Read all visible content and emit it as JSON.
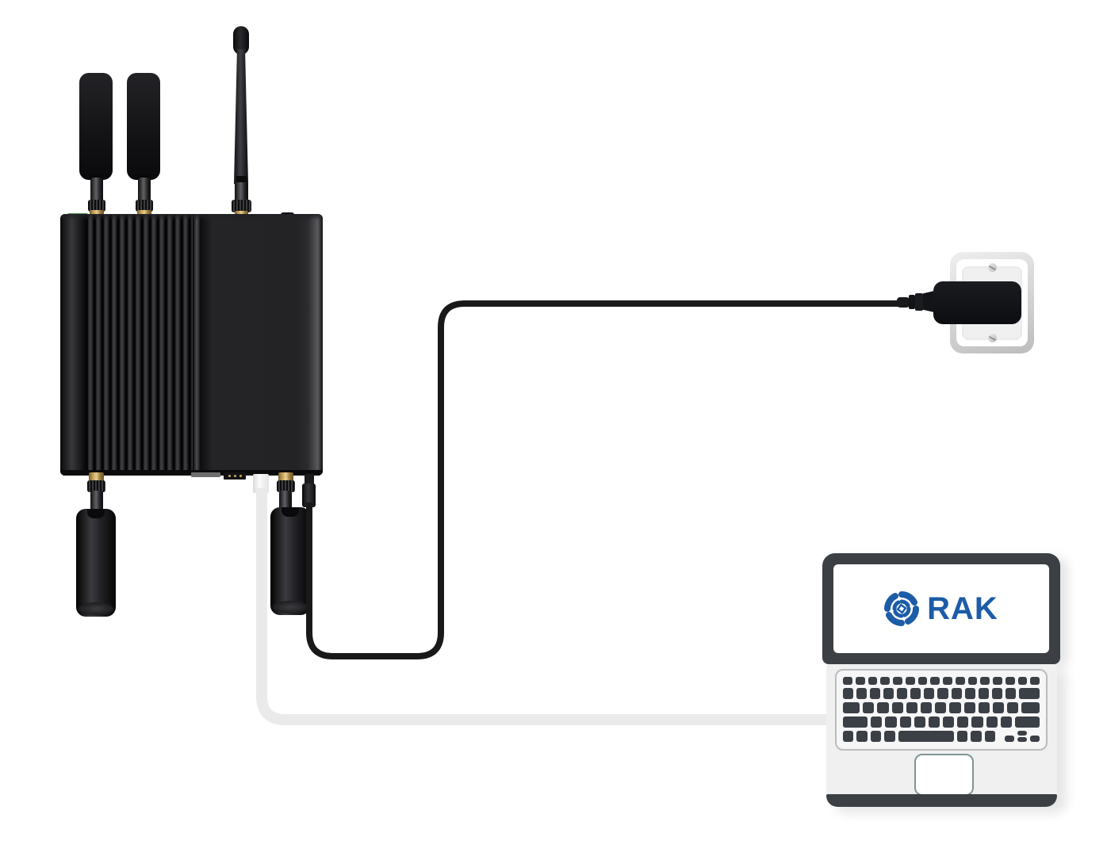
{
  "logo": {
    "text": "RAK"
  },
  "icons": {
    "gateway": "lorawan-gateway-illustration",
    "lte_antennas": "two-paddle-antennas",
    "wifi_antenna": "whip-antenna",
    "lora_antennas": "two-hanging-cylinder-antennas",
    "power_outlet": "wall-outlet-with-power-adapter",
    "power_cable": "black-power-cable",
    "ethernet_cable": "white-ethernet-cable",
    "laptop": "laptop-with-rak-logo-screen"
  },
  "colors": {
    "brand-blue": "#1d5ca7",
    "cable-black": "#191919",
    "cable-white": "#eaeaea",
    "laptop-frame": "#3c4045",
    "key-color": "#3b3f46",
    "trackpad-border": "#7d9595",
    "pcb-green": "#4e8b52",
    "gold-connector": "#caa75d",
    "device-black": "#161618"
  },
  "keyboard": {
    "rows": [
      {
        "height": 10,
        "keys": [
          1,
          1,
          1,
          1,
          1,
          1,
          1,
          1,
          1,
          1,
          1,
          1,
          1,
          1,
          1,
          1
        ]
      },
      {
        "height": 14,
        "keys": [
          1,
          1,
          1,
          1,
          1,
          1,
          1,
          1,
          1,
          1,
          1,
          1,
          1,
          2
        ]
      },
      {
        "height": 14,
        "keys": [
          1.5,
          1,
          1,
          1,
          1,
          1,
          1,
          1,
          1,
          1,
          1,
          1,
          1.6
        ]
      },
      {
        "height": 14,
        "keys": [
          2.2,
          1,
          1,
          1,
          1,
          1,
          1,
          1,
          1,
          1,
          1,
          2.2
        ]
      },
      {
        "height": 14,
        "keys": [
          1,
          1,
          1,
          1,
          5.2,
          1,
          1,
          1
        ]
      }
    ],
    "arrow_keys": true
  }
}
